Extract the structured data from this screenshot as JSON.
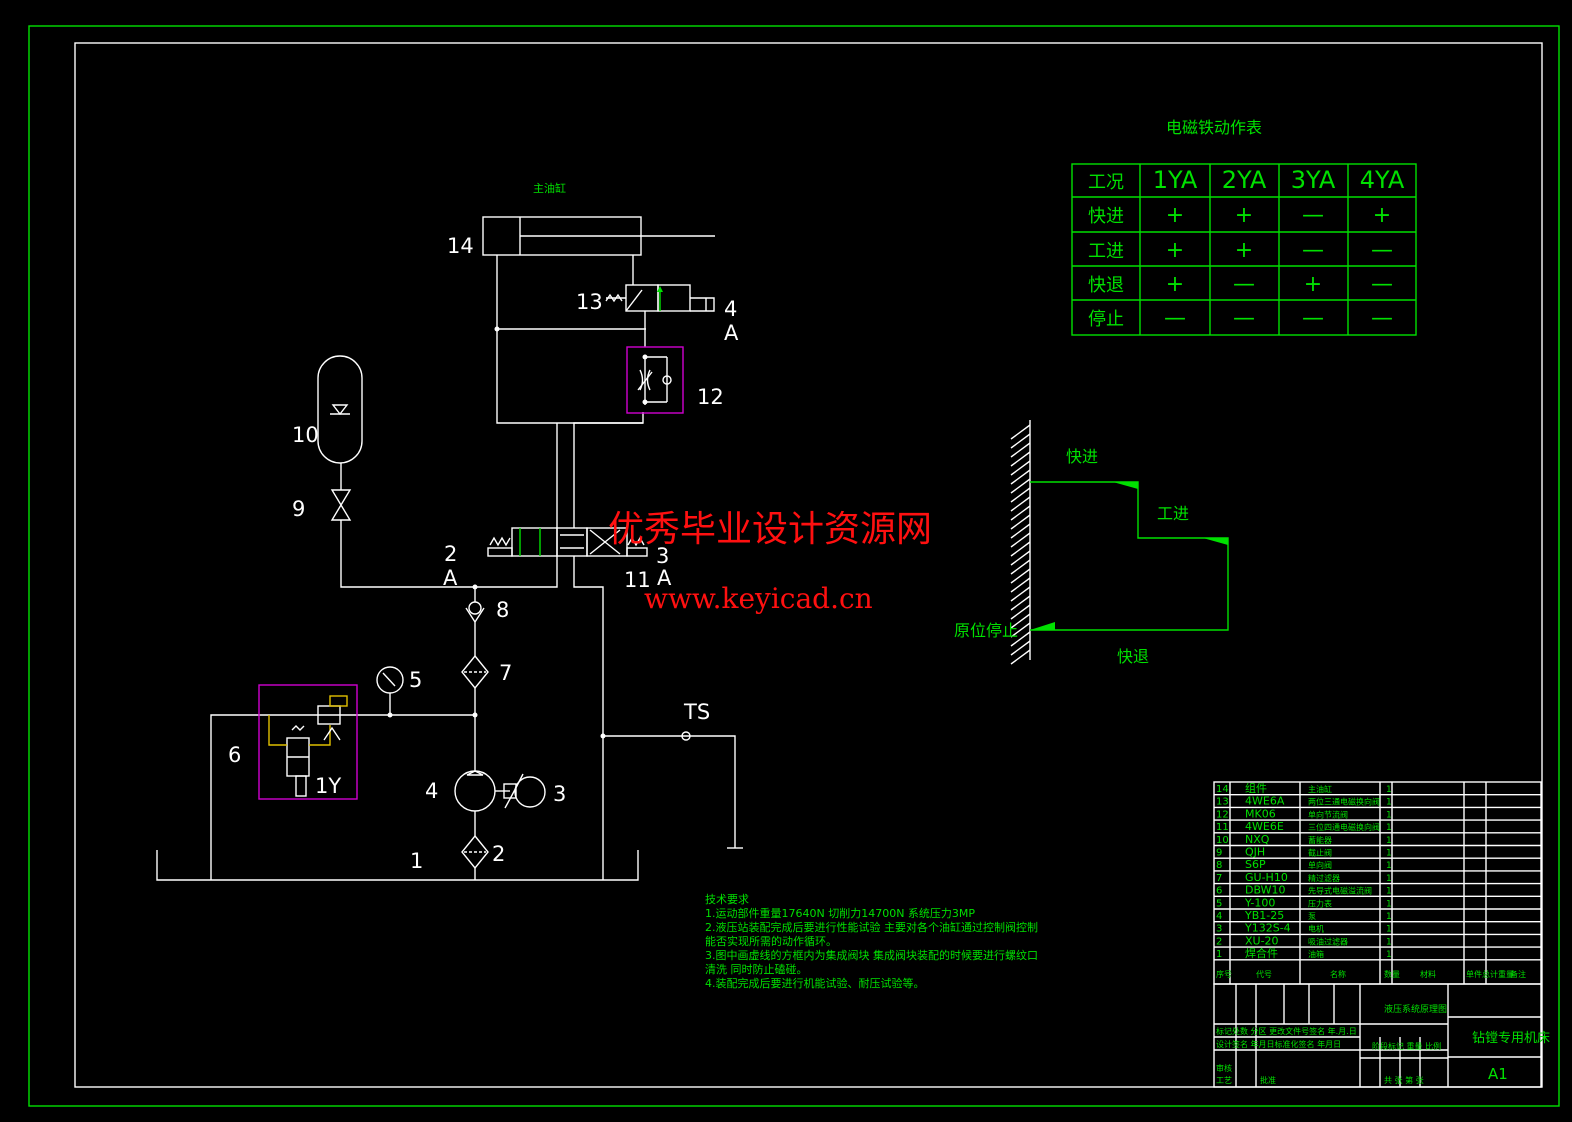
{
  "watermark": {
    "cn": "优秀毕业设计资源网",
    "url": "www.keyicad.cn"
  },
  "circuit": {
    "cylinder_title": "主油缸",
    "labels": {
      "c14": "14",
      "c13": "13",
      "c12": "12",
      "c11": "11",
      "c10": "10",
      "c9": "9",
      "c8": "8",
      "c7": "7",
      "c6": "6",
      "c5": "5",
      "c4": "4",
      "c3": "3",
      "c2": "2",
      "c1": "1",
      "sol4": "4",
      "sol2": "2",
      "sol3": "3",
      "port_a": "A",
      "coil_1y": "1Y",
      "ts": "TS"
    }
  },
  "solenoid_table": {
    "title": "电磁铁动作表",
    "headers": [
      "工况",
      "1YA",
      "2YA",
      "3YA",
      "4YA"
    ],
    "rows": [
      [
        "快进",
        "+",
        "+",
        "—",
        "+"
      ],
      [
        "工进",
        "+",
        "+",
        "—",
        "—"
      ],
      [
        "快退",
        "+",
        "—",
        "+",
        "—"
      ],
      [
        "停止",
        "—",
        "—",
        "—",
        "—"
      ]
    ]
  },
  "cycle_diagram": {
    "fast_forward": "快进",
    "work_feed": "工进",
    "home_stop": "原位停止",
    "fast_return": "快退"
  },
  "tech_requirements": {
    "title": "技术要求",
    "lines": [
      "1.运动部件重量17640N 切削力14700N 系统压力3MP",
      "2.液压站装配完成后要进行性能试验 主要对各个油缸通过控制阀控制",
      "能否实现所需的动作循环。",
      "3.图中画虚线的方框内为集成阀块 集成阀块装配的时候要进行螺纹口",
      "清洗 同时防止磕碰。",
      "4.装配完成后要进行机能试验、耐压试验等。"
    ]
  },
  "parts_list": {
    "rows": [
      [
        "14",
        "组件",
        "主油缸",
        "1"
      ],
      [
        "13",
        "4WE6A",
        "两位三通电磁换向阀",
        "1"
      ],
      [
        "12",
        "MK06",
        "单向节流阀",
        "1"
      ],
      [
        "11",
        "4WE6E",
        "三位四通电磁换向阀",
        "1"
      ],
      [
        "10",
        "NXQ",
        "蓄能器",
        "1"
      ],
      [
        "9",
        "QJH",
        "截止阀",
        "1"
      ],
      [
        "8",
        "S6P",
        "单向阀",
        "1"
      ],
      [
        "7",
        "GU-H10",
        "精过滤器",
        "1"
      ],
      [
        "6",
        "DBW10",
        "先导式电磁溢流阀",
        "1"
      ],
      [
        "5",
        "Y-100",
        "压力表",
        "1"
      ],
      [
        "4",
        "YB1-25",
        "泵",
        "1"
      ],
      [
        "3",
        "Y132S-4",
        "电机",
        "1"
      ],
      [
        "2",
        "XU-20",
        "吸油过滤器",
        "1"
      ],
      [
        "1",
        "焊合件",
        "油箱",
        "1"
      ]
    ],
    "header": [
      "序号",
      "代号",
      "名称",
      "数量",
      "材料",
      "单件总计重量",
      "备注"
    ]
  },
  "title_block": {
    "drawing_name": "液压系统原理图",
    "machine": "钻镗专用机床",
    "sheet_size": "A1",
    "row1": "标记处数 分区 更改文件号签名 年.月.日",
    "row2": "设计签名 年月日标准化签名 年月日",
    "stage": "阶段标记 重量 比例",
    "review": "审核",
    "process": "工艺",
    "approve": "批准",
    "sheets": "共  张  第  张"
  }
}
